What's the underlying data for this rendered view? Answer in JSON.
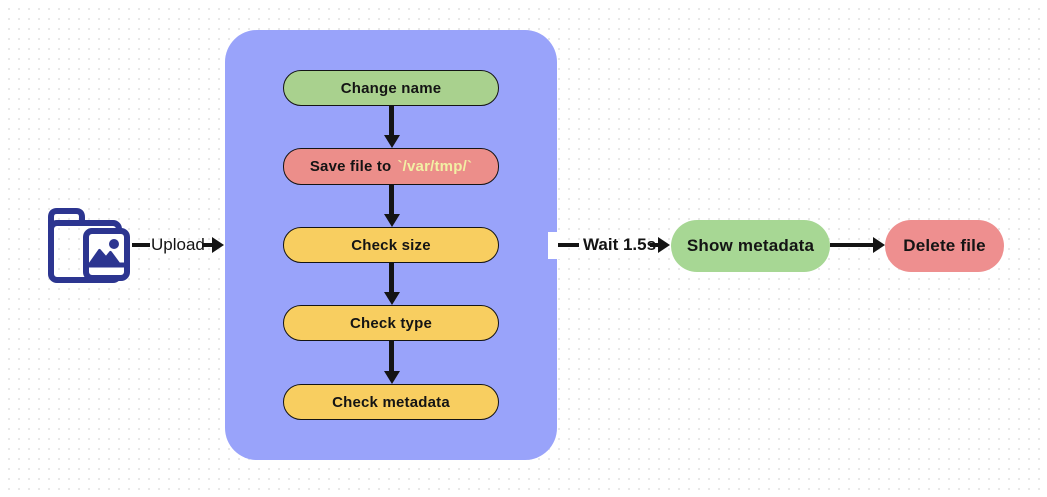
{
  "colors": {
    "background": "#ffffff",
    "dot_grid": "#e8e8e8",
    "container": "#99a3fa",
    "arrow": "#141414",
    "icon": "#2c3590",
    "step_green": "#a9d18e",
    "step_red": "#ec8e8a",
    "step_yellow": "#f8ce60",
    "node_green": "#a7d794",
    "node_red": "#ee8f8f"
  },
  "source": {
    "icon": "folder-image-icon",
    "label": "Upload"
  },
  "pipeline": {
    "steps": [
      {
        "label": "Change name",
        "fill": "#a9d18e"
      },
      {
        "label": "Save file to",
        "code": "`/var/tmp/`",
        "fill": "#ec8e8a",
        "code_color": "#f2f0a4"
      },
      {
        "label": "Check size",
        "fill": "#f8ce60"
      },
      {
        "label": "Check type",
        "fill": "#f8ce60"
      },
      {
        "label": "Check metadata",
        "fill": "#f8ce60"
      }
    ]
  },
  "flow": {
    "wait_label": "Wait 1.5s",
    "nodes": [
      {
        "label": "Show metadata",
        "fill": "#a7d794"
      },
      {
        "label": "Delete file",
        "fill": "#ee8f8f"
      }
    ]
  }
}
